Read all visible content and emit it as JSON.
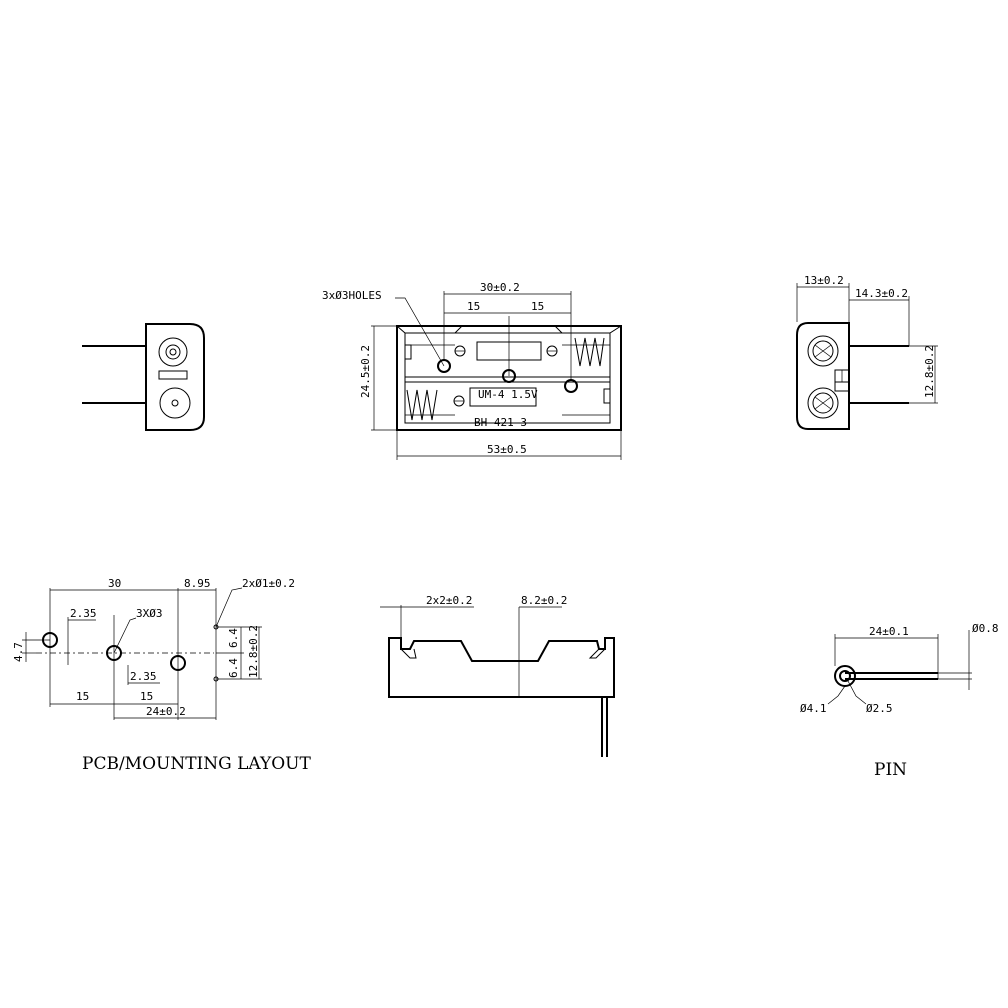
{
  "colors": {
    "ink": "#000000",
    "paper": "#ffffff"
  },
  "top_view": {
    "holes_note": "3xØ3HOLES",
    "dim_top": "30±0.2",
    "dim_half_left": "15",
    "dim_half_right": "15",
    "dim_height": "24.5±0.2",
    "dim_length": "53±0.5",
    "label_battery": "UM-4  1.5V",
    "label_model": "BH-421-3"
  },
  "side_view": {
    "dim_depth": "13±0.2",
    "dim_pin": "14.3±0.2",
    "dim_pitch": "12.8±0.2"
  },
  "pcb_layout": {
    "dim_30": "30",
    "dim_895": "8.95",
    "dim_holes": "2xØ1±0.2",
    "dim_235a": "2.35",
    "dim_3x3": "3XØ3",
    "dim_47": "4.7",
    "dim_235b": "2.35",
    "dim_15a": "15",
    "dim_15b": "15",
    "dim_24": "24±0.2",
    "dim_64a": "6.4",
    "dim_64b": "6.4",
    "dim_128": "12.8±0.2",
    "caption": "PCB/MOUNTING LAYOUT"
  },
  "front_view": {
    "dim_2x2": "2x2±0.2",
    "dim_82": "8.2±0.2"
  },
  "pin_view": {
    "dim_len": "24±0.1",
    "dim_d08": "Ø0.8",
    "dim_d41": "Ø4.1",
    "dim_d25": "Ø2.5",
    "caption": "PIN"
  }
}
